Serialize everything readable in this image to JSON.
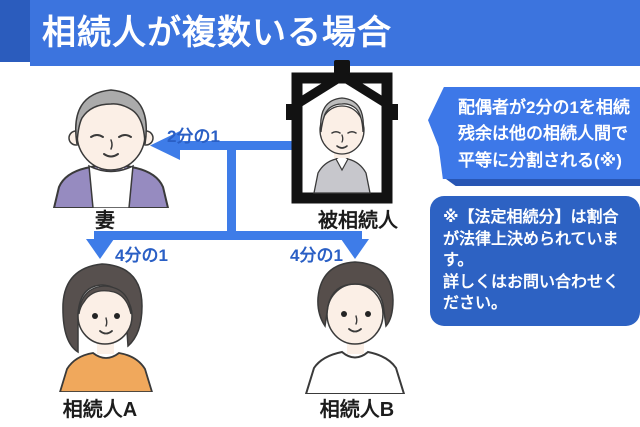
{
  "header": {
    "title": "相続人が複数いる場合",
    "bar_color": "#3C74DE",
    "accent_color": "#2B5CBD"
  },
  "diagram": {
    "labels": {
      "wife": "妻",
      "deceased": "被相続人",
      "heir_a": "相続人A",
      "heir_b": "相続人B"
    },
    "fractions": {
      "to_wife": "2分の1",
      "to_heir_a": "4分の1",
      "to_heir_b": "4分の1"
    },
    "line_color": "#3E7CE8",
    "fraction_text_color": "#2A5FC5",
    "illustrations": [
      "wife-illustration",
      "deceased-memorial-portrait-illustration",
      "heir-a-illustration",
      "heir-b-illustration"
    ]
  },
  "callout": {
    "text": "配偶者が2分の1を相続\n残余は他の相続人間で\n平等に分割される(※)",
    "bg_color": "#3D78E8",
    "shadow_color": "#2856B4"
  },
  "note": {
    "p1": "※【法定相続分】は割合が法律上決められています。",
    "p2": "詳しくはお問い合わせください。",
    "bg_color": "#2D62C3"
  }
}
